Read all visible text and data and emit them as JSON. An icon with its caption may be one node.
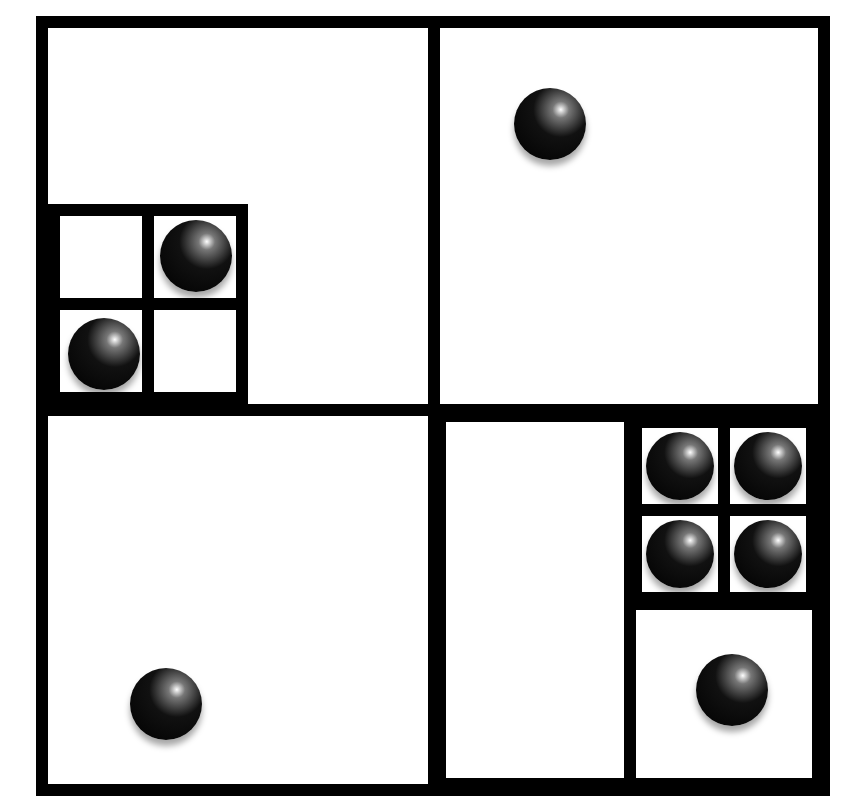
{
  "diagram": {
    "nodes": [
      {
        "text": [],
        "shape": "box"
      },
      {
        "text": [],
        "shape": "box",
        "in": 0
      },
      {
        "text": [],
        "shape": "box",
        "in": 0
      },
      {
        "text": [],
        "shape": "box",
        "in": 0
      },
      {
        "text": [],
        "shape": "box",
        "in": 0
      },
      {
        "text": [],
        "shape": "box",
        "in": 1
      },
      {
        "text": [],
        "shape": "box",
        "in": 5
      },
      {
        "text": [],
        "shape": "box",
        "in": 5
      },
      {
        "text": [],
        "shape": "box",
        "in": 5
      },
      {
        "text": [],
        "shape": "box",
        "in": 5
      },
      {
        "text": [],
        "shape": "box",
        "in": 4
      },
      {
        "text": [],
        "shape": "box",
        "in": 4
      },
      {
        "text": [],
        "shape": "box",
        "in": 4
      },
      {
        "text": [],
        "shape": "box",
        "in": 11
      },
      {
        "text": [],
        "shape": "box",
        "in": 11
      },
      {
        "text": [],
        "shape": "box",
        "in": 11
      },
      {
        "text": [],
        "shape": "box",
        "in": 11
      },
      {
        "text": [],
        "shape": "circle",
        "in": 2
      },
      {
        "text": [],
        "shape": "circle",
        "in": 7
      },
      {
        "text": [],
        "shape": "circle",
        "in": 8
      },
      {
        "text": [],
        "shape": "circle",
        "in": 13
      },
      {
        "text": [],
        "shape": "circle",
        "in": 14
      },
      {
        "text": [],
        "shape": "circle",
        "in": 15
      },
      {
        "text": [],
        "shape": "circle",
        "in": 16
      },
      {
        "text": [],
        "shape": "circle",
        "in": 12
      },
      {
        "text": [],
        "shape": "circle",
        "in": 3
      }
    ]
  }
}
